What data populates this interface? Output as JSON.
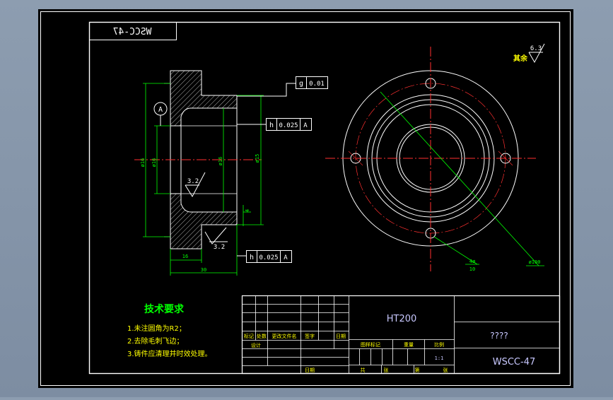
{
  "drawing": {
    "code_mirrored": "WSCC-47",
    "roughness_note_label": "其余",
    "roughness_note_value": "6.3",
    "roughness_bore": "3.2",
    "roughness_face": "3.2",
    "flatness_symbol": "g",
    "flatness_value": "0.01",
    "runout1_symbol": "h",
    "runout1_value": "0.025",
    "runout1_datum": "A",
    "runout2_symbol": "h",
    "runout2_value": "0.025",
    "runout2_datum": "A",
    "datum_label": "A",
    "dim_diam_left": "ø16",
    "dim_diam_mid": "ø16",
    "dim_diam_right": "ø15",
    "dim_len_short": "16",
    "dim_len_total": "30",
    "dim_small": "4",
    "dim_holes_count": "4ø",
    "dim_holes_value": "10",
    "dim_outer": "ø100"
  },
  "tech": {
    "title": "技术要求",
    "items": [
      "1.未注圆角为R2；",
      "2.去除毛刺飞边；",
      "3.铸件应清理并时效处理。"
    ]
  },
  "titleblock": {
    "material": "HT200",
    "part_name": "????",
    "drawing_no": "WSCC-47",
    "scale": "1:1",
    "rev_labels": [
      "标记",
      "处数",
      "更改文件名",
      "签字",
      "日期"
    ],
    "design_label": "设计",
    "date_label": "日期",
    "stage_labels": [
      "图样标记",
      "重量",
      "比例"
    ],
    "sheet_labels": [
      "共",
      "张",
      "第",
      "张"
    ]
  }
}
